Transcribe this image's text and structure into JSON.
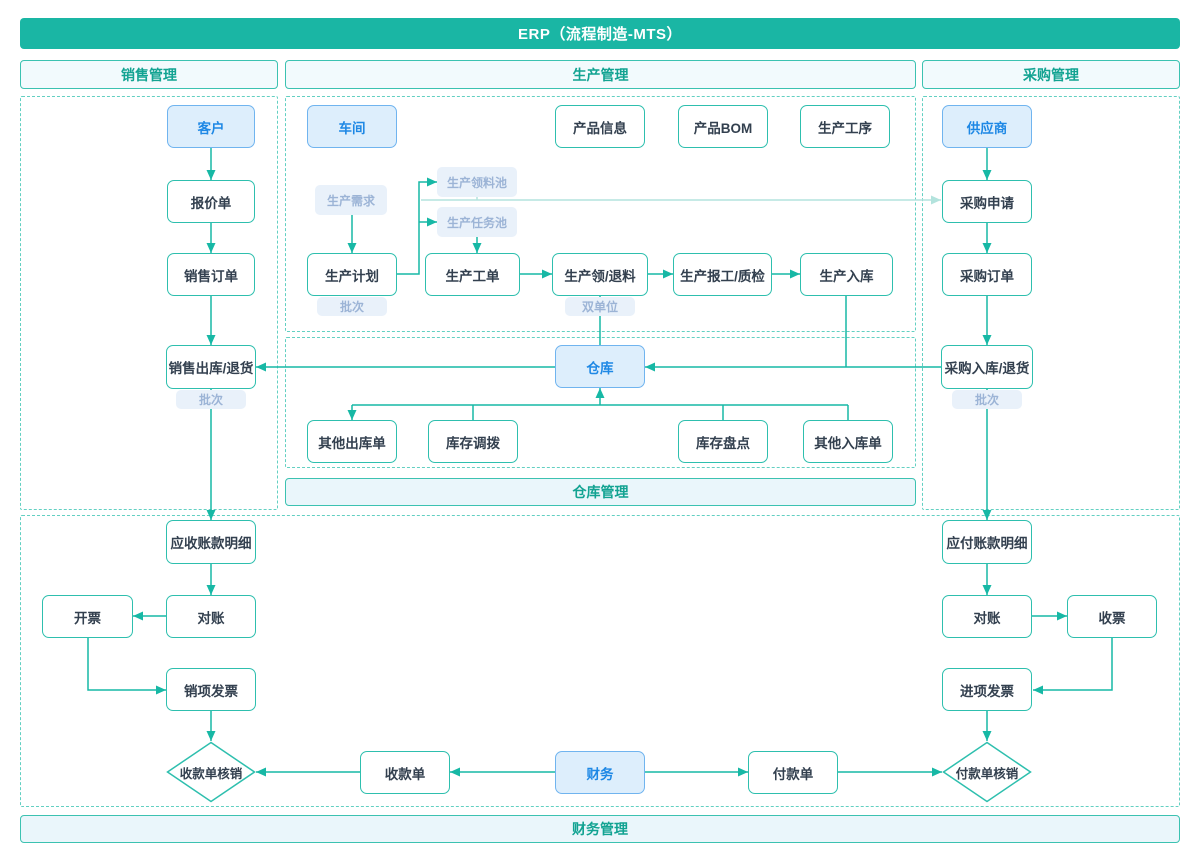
{
  "banner": {
    "title": "ERP（流程制造-MTS）"
  },
  "sections": {
    "sales": {
      "label": "销售管理"
    },
    "production": {
      "label": "生产管理"
    },
    "purchase": {
      "label": "采购管理"
    },
    "warehouse": {
      "label": "仓库管理"
    },
    "finance": {
      "label": "财务管理"
    }
  },
  "nodes": {
    "customer": {
      "label": "客户"
    },
    "quotation": {
      "label": "报价单"
    },
    "sales_order": {
      "label": "销售订单"
    },
    "sales_outbound": {
      "label": "销售出库/退货"
    },
    "workshop": {
      "label": "车间"
    },
    "product_info": {
      "label": "产品信息"
    },
    "product_bom": {
      "label": "产品BOM"
    },
    "production_process": {
      "label": "生产工序"
    },
    "production_plan": {
      "label": "生产计划"
    },
    "production_order": {
      "label": "生产工单"
    },
    "production_material": {
      "label": "生产领/退料"
    },
    "production_report": {
      "label": "生产报工/质检"
    },
    "production_inbound": {
      "label": "生产入库"
    },
    "warehouse": {
      "label": "仓库"
    },
    "other_outbound": {
      "label": "其他出库单"
    },
    "inventory_transfer": {
      "label": "库存调拨"
    },
    "inventory_count": {
      "label": "库存盘点"
    },
    "other_inbound": {
      "label": "其他入库单"
    },
    "supplier": {
      "label": "供应商"
    },
    "purchase_request": {
      "label": "采购申请"
    },
    "purchase_order": {
      "label": "采购订单"
    },
    "purchase_inbound": {
      "label": "采购入库/退货"
    },
    "ar_detail": {
      "label": "应收账款明细"
    },
    "reconcile_ar": {
      "label": "对账"
    },
    "invoicing": {
      "label": "开票"
    },
    "sales_invoice": {
      "label": "销项发票"
    },
    "receipt_writeoff": {
      "label": "收款单核销"
    },
    "receipt": {
      "label": "收款单"
    },
    "finance": {
      "label": "财务"
    },
    "payment": {
      "label": "付款单"
    },
    "payment_writeoff": {
      "label": "付款单核销"
    },
    "ap_detail": {
      "label": "应付账款明细"
    },
    "reconcile_ap": {
      "label": "对账"
    },
    "receive_invoice": {
      "label": "收票"
    },
    "purchase_invoice": {
      "label": "进项发票"
    }
  },
  "badges": {
    "production_demand": {
      "label": "生产需求"
    },
    "material_pool": {
      "label": "生产领料池"
    },
    "task_pool": {
      "label": "生产任务池"
    },
    "batch_plan": {
      "label": "批次"
    },
    "dual_unit": {
      "label": "双单位"
    },
    "batch_sales": {
      "label": "批次"
    },
    "batch_purchase": {
      "label": "批次"
    }
  },
  "colors": {
    "banner_bg": "#1ab6a4",
    "accent_teal": "#17b8a5",
    "dashed_border": "#63d0c2",
    "node_border": "#2ebfae",
    "node_text": "#33404f",
    "blue_node_fill": "#ddeefc",
    "blue_node_border": "#70b4ef",
    "blue_node_text": "#1e88e5",
    "badge_fill": "#e9f1fa",
    "badge_text": "#9cb4d6",
    "section_fill": "#f2fafd",
    "bar_fill": "#eaf6fb",
    "pale_arrow": "#b3e3dd"
  }
}
